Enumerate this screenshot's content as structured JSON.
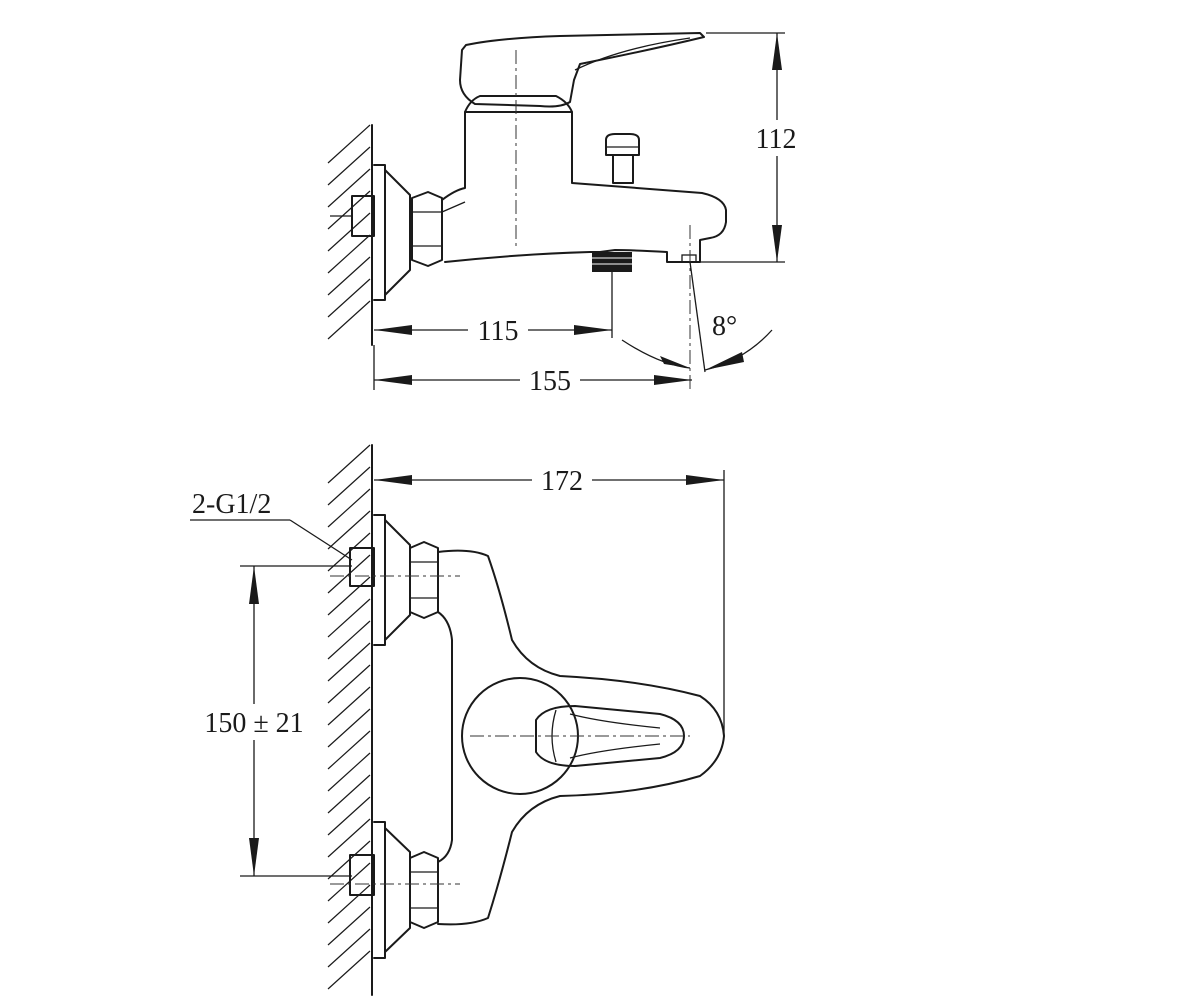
{
  "side_view": {
    "dim_height": "112",
    "dim_spout_to_diverter": "115",
    "dim_spout_reach": "155",
    "dim_angle": "8°"
  },
  "top_view": {
    "dim_projection": "172",
    "label_connection": "2-G1/2",
    "dim_center_distance": "150 ± 21"
  }
}
